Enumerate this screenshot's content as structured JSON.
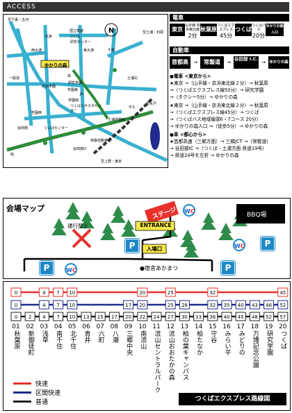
{
  "header": {
    "title": "ACCESS"
  },
  "map": {
    "labels": [
      "至下妻・古河",
      "北条",
      "国立筑波",
      "つくば",
      "研究センター",
      "栄",
      "研究学園",
      "学園東",
      "JA",
      "学園南",
      "研究学園",
      "つくばエキスポセンター",
      "土浦北",
      "土浦学園線",
      "牛久",
      "東大通",
      "西大通",
      "谷田部",
      "つくばセンター",
      "千現",
      "学園西",
      "柏",
      "至土浦・石岡",
      "常磐自動車道",
      "谷田部IC",
      "至上野・東京",
      "至水戸",
      "一般道"
    ],
    "venue_label": "ゆかりの森",
    "compass": "N"
  },
  "train": {
    "head": "電車",
    "stations": [
      "東京",
      "秋葉原",
      "つくば",
      "ゆかりの森入口"
    ],
    "lines": [
      "山手線 京浜東北線",
      "つくばエクスプレス",
      "つくばバス"
    ],
    "times": [
      "2分",
      "45分",
      "20分"
    ]
  },
  "car": {
    "head": "自動車",
    "points": [
      "首都高",
      "常磐道",
      "谷田部 I.C.",
      "ゆかりの森"
    ]
  },
  "directions": {
    "train_title": "●電車 <東京から>",
    "train_lines": [
      "★東京 →（山手線・京浜東北線２分）→ 秋葉原",
      "→（つくばエクスプレス線50分）→ 研究学園",
      "→（タクシー5分）→ ゆかりの森",
      "★東京 →（山手線・京浜東北線２分）→ 秋葉原",
      "→（つくばエクスプレス線45分）→ つくば",
      "→（つくばバス地域循環6・7コース 20分）",
      "→ ゆかりの森入口 →（徒歩5分）→ ゆかりの森"
    ],
    "car_title": "●車 <都心から>",
    "car_lines": [
      "★首都高速（三郷方面）→ 三郷JCT →（常磐道）",
      "→ 谷田部IC →（つくば・土浦方面 県道19号）",
      "→ 県道24号を左折 → ゆかりの森"
    ]
  },
  "venue_map": {
    "title": "会場マップ",
    "stage": "ステージ",
    "bbq": "BBQ場",
    "entrance": "ENTRANCE",
    "reception": "入場口",
    "no_entry": "通行禁止",
    "lodging": "●宿舎あかまつ",
    "parking": "P",
    "wc": "WC"
  },
  "tx": {
    "title": "つくばエクスプレス路線図",
    "stations": [
      {
        "no": "01",
        "name": "秋葉原"
      },
      {
        "no": "02",
        "name": "新御徒町"
      },
      {
        "no": "03",
        "name": "浅草"
      },
      {
        "no": "04",
        "name": "南千住"
      },
      {
        "no": "05",
        "name": "北千住"
      },
      {
        "no": "06",
        "name": "青井"
      },
      {
        "no": "07",
        "name": "六町"
      },
      {
        "no": "08",
        "name": "八潮"
      },
      {
        "no": "09",
        "name": "三郷中央"
      },
      {
        "no": "10",
        "name": "南流山"
      },
      {
        "no": "11",
        "name": "流山セントラルパーク"
      },
      {
        "no": "12",
        "name": "流山おおたかの森"
      },
      {
        "no": "13",
        "name": "柏の葉キャンパス"
      },
      {
        "no": "14",
        "name": "柏たなか"
      },
      {
        "no": "15",
        "name": "守谷"
      },
      {
        "no": "16",
        "name": "みらい平"
      },
      {
        "no": "17",
        "name": "みどりの"
      },
      {
        "no": "18",
        "name": "万博記念公園"
      },
      {
        "no": "19",
        "name": "研究学園"
      },
      {
        "no": "20",
        "name": "つくば"
      }
    ],
    "rapid": [
      {
        "st": 1,
        "v": "0"
      },
      {
        "st": 3,
        "v": "4"
      },
      {
        "st": 4,
        "v": "7"
      },
      {
        "st": 5,
        "v": "10"
      },
      {
        "st": 10,
        "v": "20"
      },
      {
        "st": 12,
        "v": "25"
      },
      {
        "st": 15,
        "v": "32"
      },
      {
        "st": 20,
        "v": "45"
      }
    ],
    "semi": [
      {
        "st": 1,
        "v": "0"
      },
      {
        "st": 3,
        "v": "4"
      },
      {
        "st": 4,
        "v": "7"
      },
      {
        "st": 5,
        "v": "10"
      },
      {
        "st": 9,
        "v": "17"
      },
      {
        "st": 10,
        "v": "20"
      },
      {
        "st": 12,
        "v": "25"
      },
      {
        "st": 13,
        "v": "28"
      },
      {
        "st": 15,
        "v": "32"
      },
      {
        "st": 16,
        "v": "35"
      },
      {
        "st": 17,
        "v": "40"
      },
      {
        "st": 18,
        "v": "43"
      },
      {
        "st": 19,
        "v": "46"
      },
      {
        "st": 20,
        "v": "52"
      }
    ],
    "local": [
      {
        "st": 1,
        "v": "0"
      },
      {
        "st": 2,
        "v": "2"
      },
      {
        "st": 3,
        "v": "4"
      },
      {
        "st": 4,
        "v": "7"
      },
      {
        "st": 5,
        "v": "10"
      },
      {
        "st": 6,
        "v": "13"
      },
      {
        "st": 7,
        "v": "15"
      },
      {
        "st": 8,
        "v": "17"
      },
      {
        "st": 9,
        "v": "20"
      },
      {
        "st": 10,
        "v": "22"
      },
      {
        "st": 11,
        "v": "24"
      },
      {
        "st": 12,
        "v": "27"
      },
      {
        "st": 13,
        "v": "30"
      },
      {
        "st": 14,
        "v": "33"
      },
      {
        "st": 15,
        "v": "36"
      },
      {
        "st": 16,
        "v": "40"
      },
      {
        "st": 17,
        "v": "45"
      },
      {
        "st": 18,
        "v": "48"
      },
      {
        "st": 19,
        "v": "52"
      },
      {
        "st": 20,
        "v": "57"
      }
    ],
    "legend": [
      {
        "label": "快速",
        "color": "#e8312c"
      },
      {
        "label": "区間快速",
        "color": "#1e2a8c"
      },
      {
        "label": "普通",
        "color": "#222222"
      }
    ]
  },
  "colors": {
    "road": "#39b0d0",
    "rail": "#2e8b3a",
    "parking": "#1e88c7",
    "tree": "#2e8b4a",
    "stage": "#e8312c",
    "entrance": "#f7e84a"
  }
}
